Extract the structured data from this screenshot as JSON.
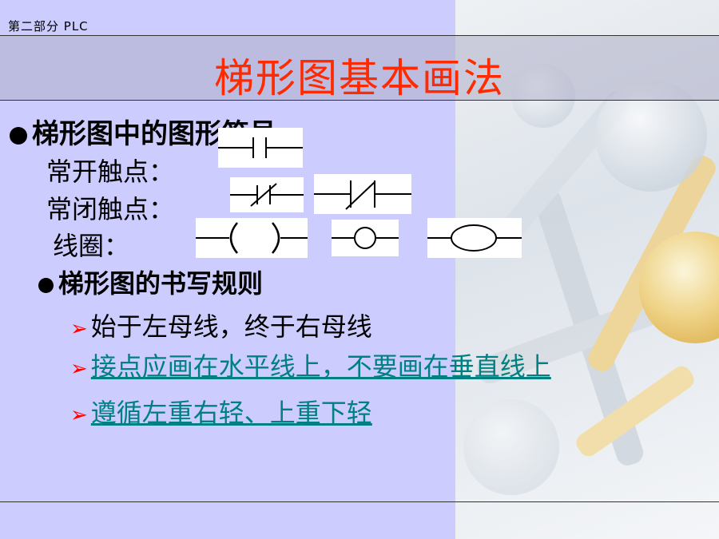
{
  "header": {
    "section_label": "第二部分 PLC"
  },
  "title": "梯形图基本画法",
  "symbols_heading": "梯形图中的图形符号",
  "symbols": {
    "no_contact_label": "常开触点：",
    "nc_contact_label": "常闭触点：",
    "coil_label": "线圈："
  },
  "rules_heading": "梯形图的书写规则",
  "rules": [
    {
      "text": "始于左母线，终于右母线"
    },
    {
      "text": "接点应画在水平线上，不要画在垂直线上"
    },
    {
      "text": "遵循左重右轻、上重下轻"
    }
  ],
  "colors": {
    "title": "#ff2a00",
    "arrow": "#ff0000",
    "link": "#008080",
    "panel": "#ccccff"
  },
  "icons": {
    "bullet": "filled-circle",
    "rule_marker": "arrow-right"
  }
}
